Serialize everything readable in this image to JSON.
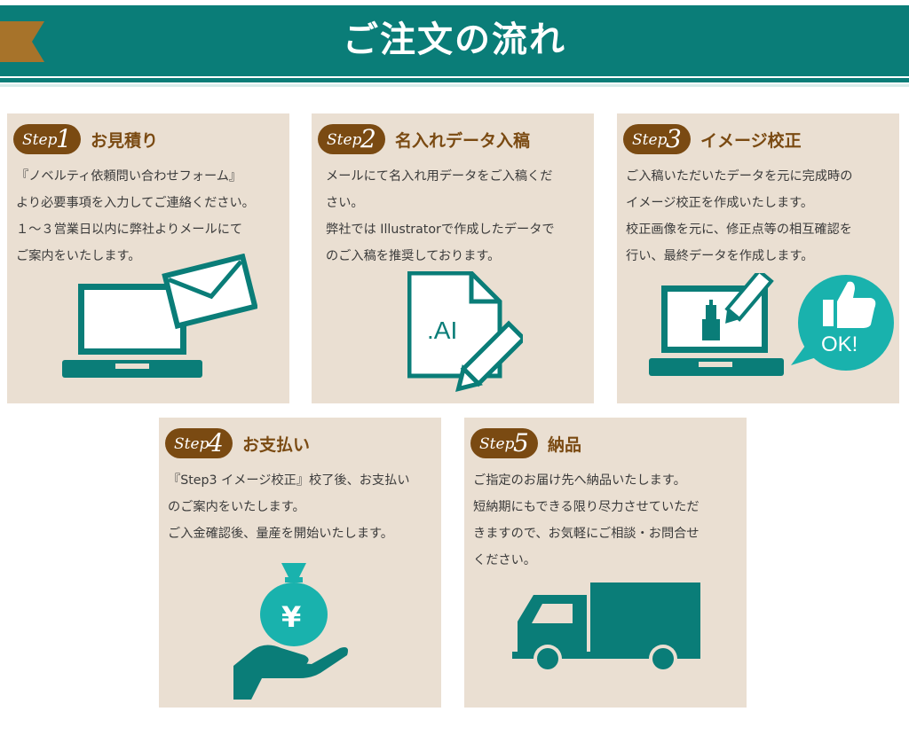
{
  "header": {
    "title": "ご注文の流れ"
  },
  "colors": {
    "teal": "#0a7d78",
    "brown": "#7a4a12",
    "beige": "#eadfd2",
    "gold": "#a7732a"
  },
  "steps": [
    {
      "step_word": "Step",
      "step_number": "1",
      "title": "お見積り",
      "lines": [
        "『ノベルティ依頼問い合わせフォーム』",
        "より必要事項を入力してご連絡ください。",
        "１～３営業日以内に弊社よりメールにて",
        "ご案内をいたします。"
      ],
      "icon": "laptop-envelope-icon"
    },
    {
      "step_word": "Step",
      "step_number": "2",
      "title": "名入れデータ入稿",
      "lines": [
        "メールにて名入れ用データをご入稿くだ",
        "さい。",
        "弊社では Illustratorで作成したデータで",
        "のご入稿を推奨しております。"
      ],
      "icon": "ai-file-pencil-icon",
      "file_label": ".AI"
    },
    {
      "step_word": "Step",
      "step_number": "3",
      "title": "イメージ校正",
      "lines": [
        "ご入稿いただいたデータを元に完成時の",
        "イメージ校正を作成いたします。",
        "校正画像を元に、修正点等の相互確認を",
        "行い、最終データを作成します。"
      ],
      "icon": "laptop-thumbs-up-icon",
      "bubble_label": "OK!"
    },
    {
      "step_word": "Step",
      "step_number": "4",
      "title": "お支払い",
      "lines": [
        "『Step3 イメージ校正』校了後、お支払い",
        "のご案内をいたします。",
        "ご入金確認後、量産を開始いたします。"
      ],
      "icon": "money-bag-hand-icon",
      "bag_label": "¥"
    },
    {
      "step_word": "Step",
      "step_number": "5",
      "title": "納品",
      "lines": [
        "ご指定のお届け先へ納品いたします。",
        "短納期にもできる限り尽力させていただ",
        "きますので、お気軽にご相談・お問合せ",
        "ください。"
      ],
      "icon": "delivery-truck-icon"
    }
  ]
}
